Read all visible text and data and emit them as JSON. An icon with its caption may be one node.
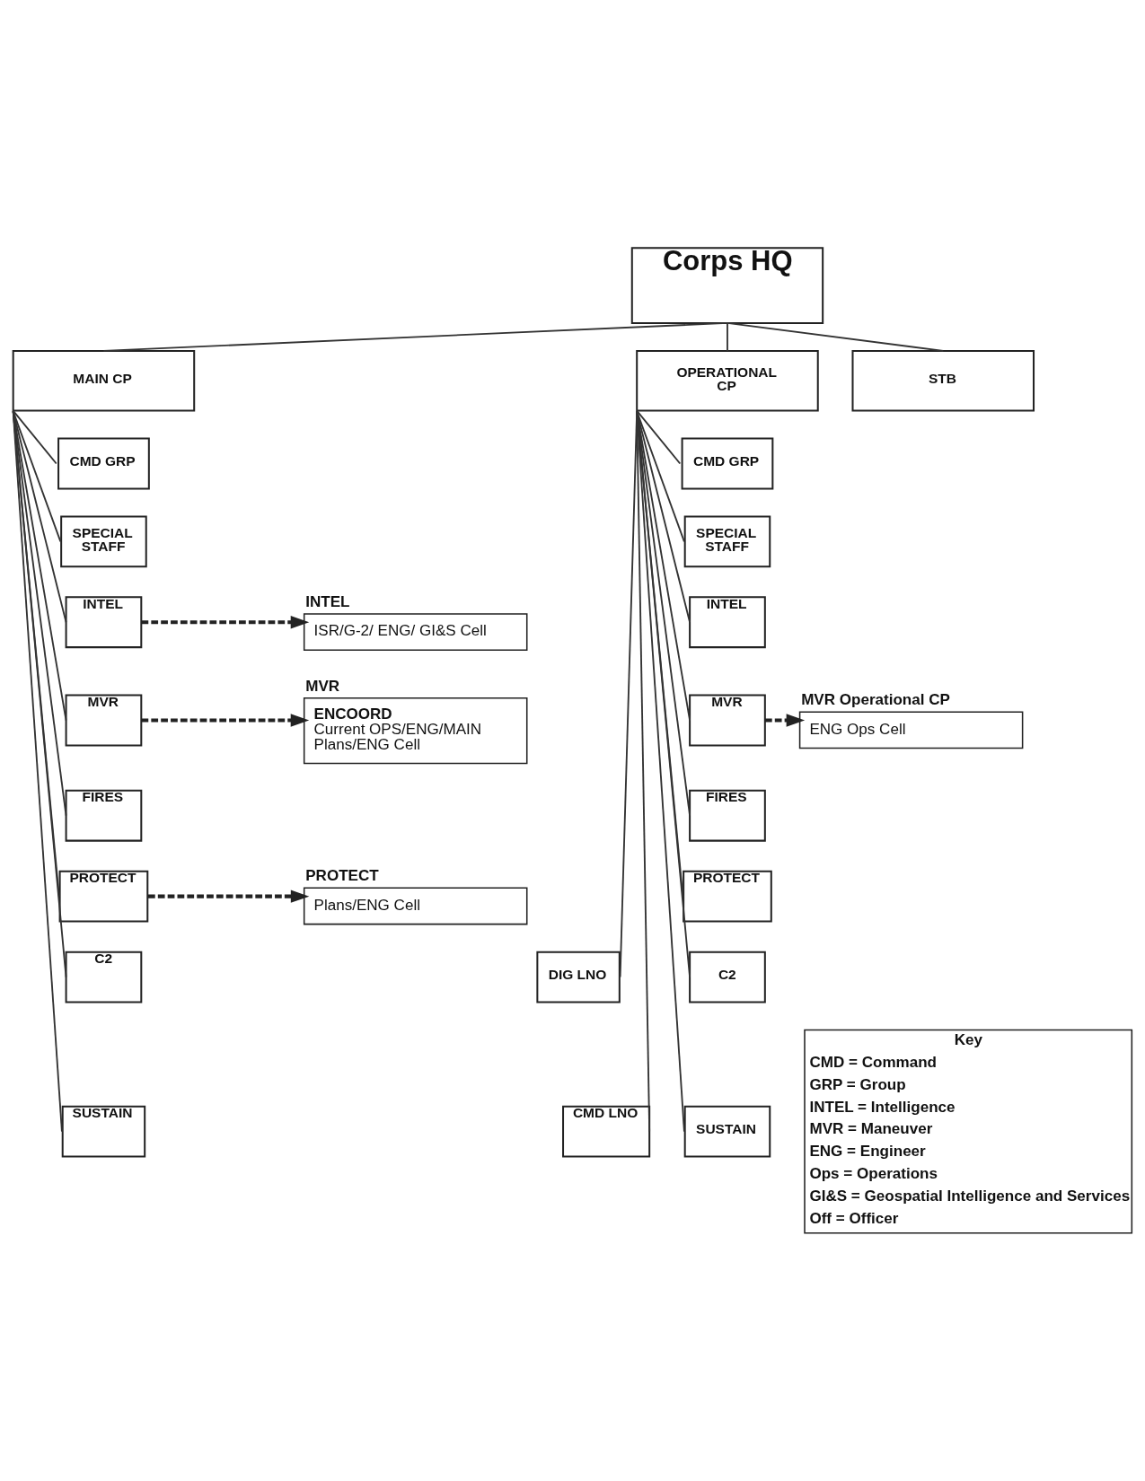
{
  "diagram": {
    "nodes": [
      {
        "text": [
          "Corps HQ"
        ]
      },
      {
        "text": [
          "MAIN CP"
        ]
      },
      {
        "text": [
          "OPERATIONAL CP"
        ]
      },
      {
        "text": [
          "STB"
        ]
      },
      {
        "text": [
          "CMD GRP"
        ]
      },
      {
        "text": [
          "SPECIAL STAFF"
        ]
      },
      {
        "text": [
          "INTEL"
        ]
      },
      {
        "text": [
          "MVR"
        ]
      },
      {
        "text": [
          "FIRES"
        ]
      },
      {
        "text": [
          "PROTECT"
        ]
      },
      {
        "text": [
          "C2"
        ]
      },
      {
        "text": [
          "SUSTAIN"
        ]
      },
      {
        "text": [
          "INTEL",
          "ISR/G-2/ ENG/ GI&S Cell"
        ]
      },
      {
        "text": [
          "MVR",
          "ENCOORD",
          "Current OPS/ENG/MAIN Plans/ENG Cell"
        ]
      },
      {
        "text": [
          "PROTECT",
          "Plans/ENG Cell"
        ]
      },
      {
        "text": [
          "CMD GRP"
        ]
      },
      {
        "text": [
          "SPECIAL STAFF"
        ]
      },
      {
        "text": [
          "INTEL"
        ]
      },
      {
        "text": [
          "MVR"
        ]
      },
      {
        "text": [
          "FIRES"
        ]
      },
      {
        "text": [
          "PROTECT"
        ]
      },
      {
        "text": [
          "DIG LNO"
        ]
      },
      {
        "text": [
          "C2"
        ]
      },
      {
        "text": [
          "CMD LNO"
        ]
      },
      {
        "text": [
          "SUSTAIN"
        ]
      },
      {
        "text": [
          "MVR Operational CP",
          "ENG Ops Cell"
        ]
      },
      {
        "text": [
          "Key",
          "CMD = Command",
          "GRP = Group",
          "INTEL = Intelligence",
          "MVR = Maneuver",
          "ENG = Engineer",
          "Ops = Operations",
          "GI&S = Geospatial Intelligence and Services",
          "Off = Officer"
        ]
      }
    ],
    "edges": [
      {
        "from": 0,
        "to": 1,
        "arrow": "none"
      },
      {
        "from": 0,
        "to": 2,
        "arrow": "none"
      },
      {
        "from": 0,
        "to": 3,
        "arrow": "none"
      },
      {
        "from": 1,
        "to": 4,
        "arrow": "none"
      },
      {
        "from": 1,
        "to": 5,
        "arrow": "none"
      },
      {
        "from": 1,
        "to": 6,
        "arrow": "none"
      },
      {
        "from": 1,
        "to": 7,
        "arrow": "none"
      },
      {
        "from": 1,
        "to": 8,
        "arrow": "none"
      },
      {
        "from": 1,
        "to": 9,
        "arrow": "none"
      },
      {
        "from": 1,
        "to": 10,
        "arrow": "none"
      },
      {
        "from": 1,
        "to": 11,
        "arrow": "none"
      },
      {
        "from": 6,
        "to": 12,
        "arrow": "to",
        "style": "dashed"
      },
      {
        "from": 7,
        "to": 13,
        "arrow": "to",
        "style": "dashed"
      },
      {
        "from": 9,
        "to": 14,
        "arrow": "to",
        "style": "dashed"
      },
      {
        "from": 2,
        "to": 15,
        "arrow": "none"
      },
      {
        "from": 2,
        "to": 16,
        "arrow": "none"
      },
      {
        "from": 2,
        "to": 17,
        "arrow": "none"
      },
      {
        "from": 2,
        "to": 18,
        "arrow": "none"
      },
      {
        "from": 2,
        "to": 19,
        "arrow": "none"
      },
      {
        "from": 2,
        "to": 20,
        "arrow": "none"
      },
      {
        "from": 2,
        "to": 21,
        "arrow": "none"
      },
      {
        "from": 2,
        "to": 22,
        "arrow": "none"
      },
      {
        "from": 2,
        "to": 23,
        "arrow": "none"
      },
      {
        "from": 2,
        "to": 24,
        "arrow": "none"
      },
      {
        "from": 18,
        "to": 25,
        "arrow": "to",
        "style": "dashed"
      }
    ]
  }
}
